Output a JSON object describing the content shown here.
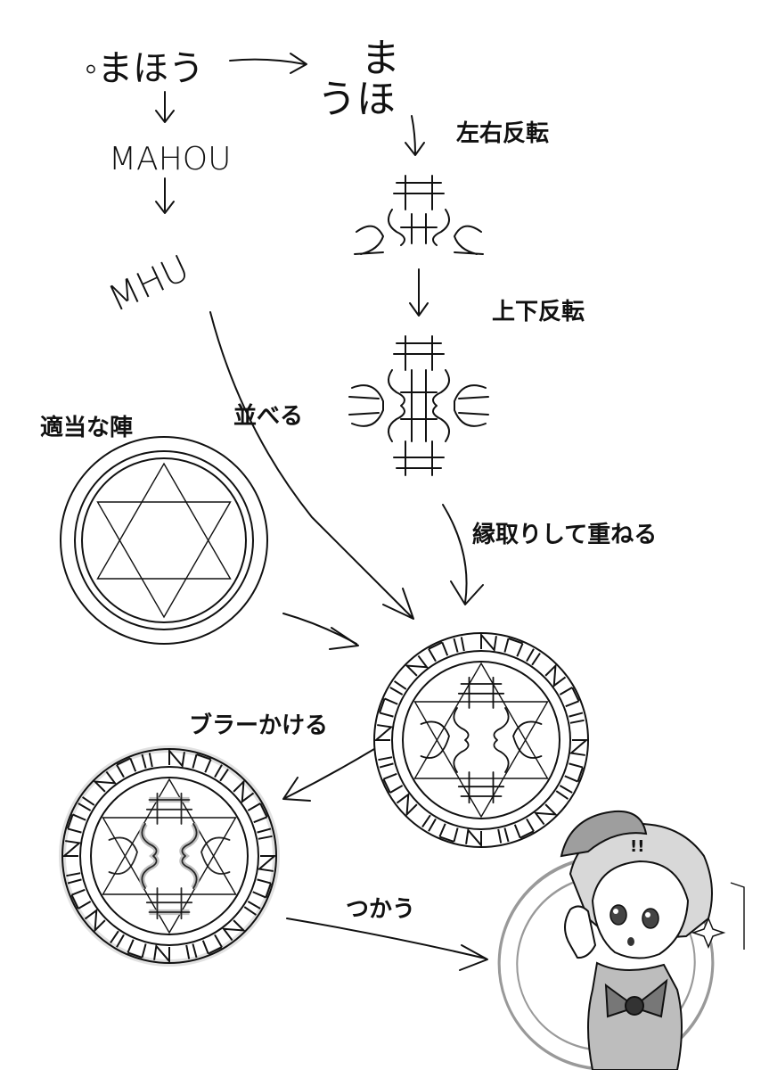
{
  "steps": {
    "start_word": "◦まほう",
    "romaji": "MAHOU",
    "consonants": "MHU",
    "vertical_top": "ま",
    "vertical_bottom": "うほ"
  },
  "labels": {
    "mirror_lr": "左右反転",
    "mirror_ud": "上下反転",
    "arrange": "並べる",
    "random_circle": "適当な陣",
    "outline_overlay": "縁取りして重ねる",
    "apply_blur": "ブラーかける",
    "use": "つかう"
  },
  "character": {
    "exclaim": "!!"
  },
  "colors": {
    "ink": "#111111",
    "background": "#ffffff",
    "blur_gray": "#888888",
    "screen_tone": "#bdbdbd"
  }
}
